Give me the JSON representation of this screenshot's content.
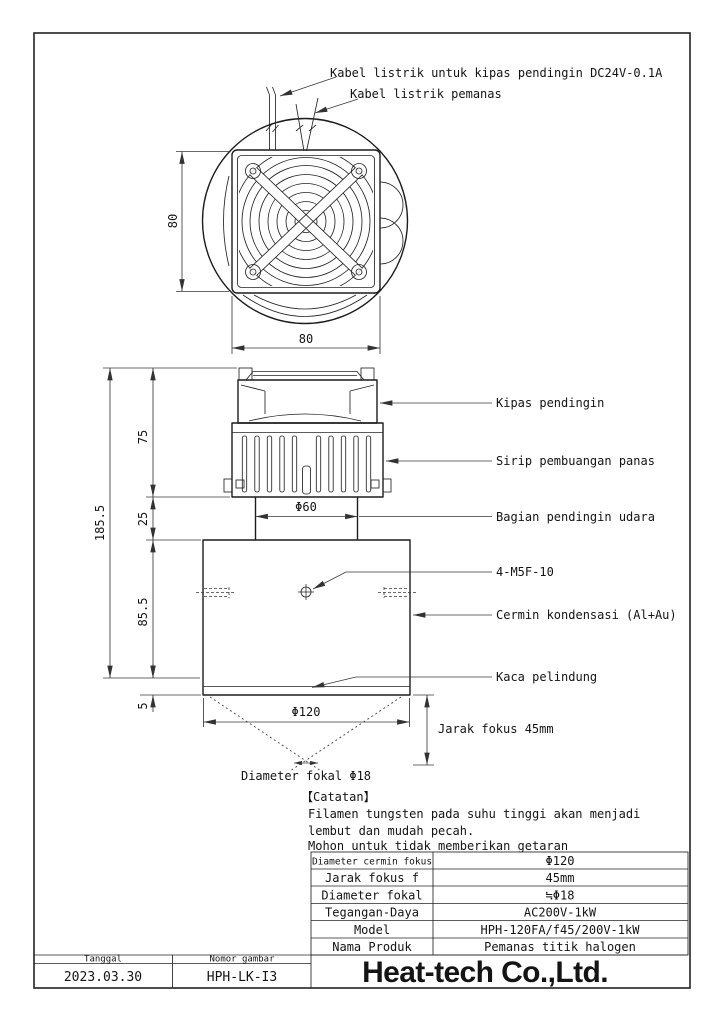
{
  "drawing": {
    "callouts": {
      "cable_fan": "Kabel listrik untuk kipas pendingin DC24V-0.1A",
      "cable_heater": "Kabel listrik pemanas",
      "fan": "Kipas pendingin",
      "fins": "Sirip pembuangan panas",
      "air_cooling": "Bagian pendingin udara",
      "mount_hole": "4-M5F-10",
      "mirror": "Cermin kondensasi (Al+Au)",
      "glass": "Kaca pelindung",
      "focus_distance": "Jarak fokus 45mm",
      "focal_diameter": "Diameter fokal Φ18"
    },
    "dimensions": {
      "top_width": "80",
      "top_height": "80",
      "fins_height": "75",
      "neck_height": "25",
      "body_height": "85.5",
      "glass_height": "5",
      "total_height": "185.5",
      "neck_diameter": "Φ60",
      "body_diameter": "Φ120"
    },
    "notes": {
      "title": "【Catatan】",
      "line1": "Filamen tungsten pada suhu tinggi akan menjadi",
      "line2": "lembut dan mudah pecah.",
      "line3": "Mohon untuk tidak memberikan getaran"
    }
  },
  "spec_table": {
    "rows": [
      {
        "label": "Diameter cermin fokus",
        "value": "Φ120"
      },
      {
        "label": "Jarak fokus f",
        "value": "45mm"
      },
      {
        "label": "Diameter fokal",
        "value": "≒Φ18"
      },
      {
        "label": "Tegangan-Daya",
        "value": "AC200V-1kW"
      },
      {
        "label": "Model",
        "value": "HPH-120FA/f45/200V-1kW"
      },
      {
        "label": "Nama Produk",
        "value": "Pemanas titik halogen"
      }
    ]
  },
  "title_block": {
    "date_label": "Tanggal",
    "date_value": "2023.03.30",
    "drawing_no_label": "Nomor gambar",
    "drawing_no_value": "HPH-LK-I3",
    "company": "Heat-tech Co.,Ltd.",
    "company_color": "#e60012"
  }
}
